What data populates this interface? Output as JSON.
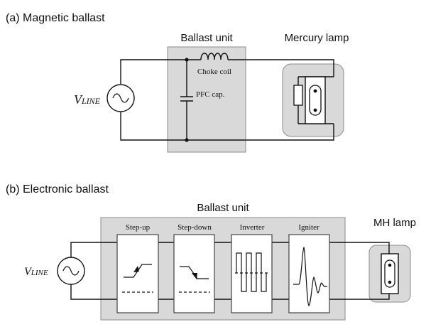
{
  "panel_a": {
    "title": "(a) Magnetic ballast",
    "ballast_unit_label": "Ballast unit",
    "lamp_label": "Mercury lamp",
    "choke_label": "Choke coil",
    "pfc_label": "PFC cap.",
    "source_label_main": "V",
    "source_label_sub": "LINE"
  },
  "panel_b": {
    "title": "(b) Electronic ballast",
    "ballast_unit_label": "Ballast unit",
    "lamp_label": "MH lamp",
    "source_label_main": "V",
    "source_label_sub": "LINE",
    "stages": [
      "Step-up",
      "Step-down",
      "Inverter",
      "Igniter"
    ]
  },
  "colors": {
    "box_fill": "#d9d9d9",
    "box_stroke": "#8c8c8c",
    "line": "#111111"
  }
}
